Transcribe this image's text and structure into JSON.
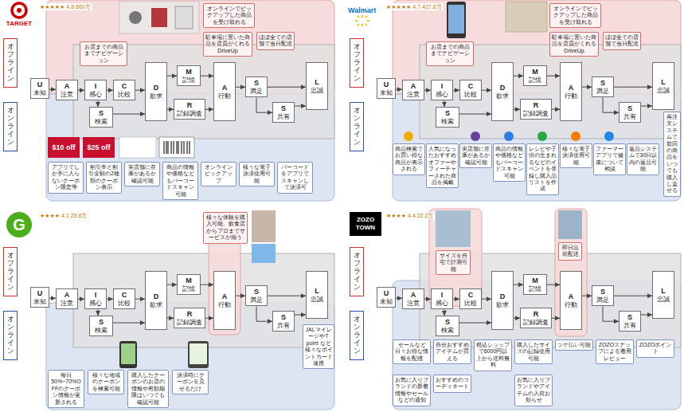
{
  "diagram": {
    "nodes": [
      {
        "text": [
          "オフライン"
        ]
      },
      {
        "text": [
          "オンライン"
        ]
      },
      {
        "text": [
          "U",
          "未知"
        ]
      },
      {
        "text": [
          "A",
          "注意"
        ]
      },
      {
        "text": [
          "I",
          "感心"
        ]
      },
      {
        "text": [
          "C",
          "比較"
        ]
      },
      {
        "text": [
          "S",
          "検索"
        ]
      },
      {
        "text": [
          "D",
          "欲求"
        ]
      },
      {
        "text": [
          "M",
          "記憶"
        ]
      },
      {
        "text": [
          "R",
          "記録調査"
        ]
      },
      {
        "text": [
          "A",
          "行動"
        ]
      },
      {
        "text": [
          "S",
          "満足"
        ]
      },
      {
        "text": [
          "S",
          "共有"
        ]
      },
      {
        "text": [
          "L",
          "忠誠"
        ]
      },
      {
        "text": [
          "お店までの商品までナビゲーション"
        ]
      },
      {
        "text": [
          "オンラインでピックアップした商品を受け取れる"
        ]
      },
      {
        "text": [
          "駐車場に置いた商品を店員がくれるDriveUp"
        ]
      },
      {
        "text": [
          "ほぼ全ての店舗で当日配送"
        ]
      },
      {
        "text": [
          "アプリでしか手に入らないクーポン限定等"
        ]
      },
      {
        "text": [
          "割引率と割引金額の2種類のクーポン表示"
        ]
      },
      {
        "text": [
          "実店舗に在庫があるか確認可能"
        ]
      },
      {
        "text": [
          "商品の情報や価格などもバーコードスキャン可能"
        ]
      },
      {
        "text": [
          "オンラインピックアップ"
        ]
      },
      {
        "text": [
          "様々な電子決済使用可能"
        ]
      },
      {
        "text": [
          "バーコードをアプリでスキャンして決済可"
        ]
      },
      {
        "text": [
          "オフライン"
        ]
      },
      {
        "text": [
          "オンライン"
        ]
      },
      {
        "text": [
          "U",
          "未知"
        ]
      },
      {
        "text": [
          "A",
          "注意"
        ]
      },
      {
        "text": [
          "I",
          "感心"
        ]
      },
      {
        "text": [
          "C",
          "比較"
        ]
      },
      {
        "text": [
          "S",
          "検索"
        ]
      },
      {
        "text": [
          "D",
          "欲求"
        ]
      },
      {
        "text": [
          "M",
          "記憶"
        ]
      },
      {
        "text": [
          "R",
          "記録調査"
        ]
      },
      {
        "text": [
          "A",
          "行動"
        ]
      },
      {
        "text": [
          "S",
          "満足"
        ]
      },
      {
        "text": [
          "S",
          "共有"
        ]
      },
      {
        "text": [
          "L",
          "忠誠"
        ]
      },
      {
        "text": [
          "お店までの商品までナビゲーション"
        ]
      },
      {
        "text": [
          "オンラインでピックアップした商品を受け取れる"
        ]
      },
      {
        "text": [
          "駐車場に置いた商品を店員がくれるDriveUp"
        ]
      },
      {
        "text": [
          "ほぼ全ての店舗で当日配送"
        ]
      },
      {
        "text": [
          "商品検索でお買い得な商品が表示される"
        ]
      },
      {
        "text": [
          "人気になったおすすめオファーやフィーチャーされた商品を掲載"
        ]
      },
      {
        "text": [
          "実店舗に在庫があるか確認可能"
        ]
      },
      {
        "text": [
          "商品の情報や価格などもバーコードスキャン可能"
        ]
      },
      {
        "text": [
          "レシピや子供の生まれるなどのイベントを登録し購入品リストを作成"
        ]
      },
      {
        "text": [
          "様々な電子決済使用可能"
        ]
      },
      {
        "text": [
          "ファーマーアプリで健康について相談"
        ]
      },
      {
        "text": [
          "返品システムで30日以内の返品可能"
        ]
      },
      {
        "text": [
          "再注文システムで前回の商品をいつでも購入し直せる"
        ]
      },
      {
        "text": [
          "オフライン"
        ]
      },
      {
        "text": [
          "オンライン"
        ]
      },
      {
        "text": [
          "U",
          "未知"
        ]
      },
      {
        "text": [
          "A",
          "注意"
        ]
      },
      {
        "text": [
          "I",
          "感心"
        ]
      },
      {
        "text": [
          "C",
          "比較"
        ]
      },
      {
        "text": [
          "S",
          "検索"
        ]
      },
      {
        "text": [
          "D",
          "欲求"
        ]
      },
      {
        "text": [
          "M",
          "記憶"
        ]
      },
      {
        "text": [
          "R",
          "記録調査"
        ]
      },
      {
        "text": [
          "A",
          "行動"
        ]
      },
      {
        "text": [
          "S",
          "満足"
        ]
      },
      {
        "text": [
          "S",
          "共有"
        ]
      },
      {
        "text": [
          "L",
          "忠誠"
        ]
      },
      {
        "text": [
          "様々な体験を購入可能。飲食店からプロまでサービスが揃う"
        ]
      },
      {
        "text": [
          "毎日50%~70%OFFのクーポン情報が更新される"
        ]
      },
      {
        "text": [
          "様々な地域のクーポンを検索可能"
        ]
      },
      {
        "text": [
          "購入したクーポンのお店の情報や有効期限はいつでも確認可能"
        ]
      },
      {
        "text": [
          "決済時にクーポンを見せるだけ"
        ]
      },
      {
        "text": [
          "JALマイレージやT point など様々なポイントカード連携"
        ]
      },
      {
        "text": [
          "オフライン"
        ]
      },
      {
        "text": [
          "オンライン"
        ]
      },
      {
        "text": [
          "U",
          "未知"
        ]
      },
      {
        "text": [
          "A",
          "注意"
        ]
      },
      {
        "text": [
          "I",
          "感心"
        ]
      },
      {
        "text": [
          "C",
          "比較"
        ]
      },
      {
        "text": [
          "S",
          "検索"
        ]
      },
      {
        "text": [
          "D",
          "欲求"
        ]
      },
      {
        "text": [
          "M",
          "記憶"
        ]
      },
      {
        "text": [
          "R",
          "記録調査"
        ]
      },
      {
        "text": [
          "A",
          "行動"
        ]
      },
      {
        "text": [
          "S",
          "満足"
        ]
      },
      {
        "text": [
          "S",
          "共有"
        ]
      },
      {
        "text": [
          "L",
          "忠誠"
        ]
      },
      {
        "text": [
          "サイズを自宅で計測可能"
        ]
      },
      {
        "text": [
          "即日出荷配送"
        ]
      },
      {
        "text": [
          "セールなど日々お得な情報を配信"
        ]
      },
      {
        "text": [
          "自分おすすめアイテムが買える"
        ]
      },
      {
        "text": [
          "税込ショップで6000円以上から送料無料"
        ]
      },
      {
        "text": [
          "購入したサイズの記録使用可能"
        ]
      },
      {
        "text": [
          "ツケ払い可能"
        ]
      },
      {
        "text": [
          "ZOZOスナップによる着用レビュー"
        ]
      },
      {
        "text": [
          "ZOZOポイント"
        ]
      },
      {
        "text": [
          "お気に入りブランドの新着情報やセールなどの通知"
        ]
      },
      {
        "text": [
          "おすすめのコーディネート"
        ]
      },
      {
        "text": [
          "お気に入りブランドやアイテムの入荷お知らせ"
        ]
      }
    ],
    "edges": [
      {
        "from": 2,
        "to": 3,
        "arrow": "to"
      },
      {
        "from": 3,
        "to": 4,
        "arrow": "to"
      },
      {
        "from": 4,
        "to": 5,
        "arrow": "to"
      },
      {
        "from": 5,
        "to": 7,
        "arrow": "to"
      },
      {
        "from": 4,
        "to": 6,
        "arrow": "to"
      },
      {
        "from": 6,
        "to": 7,
        "arrow": "to"
      },
      {
        "from": 7,
        "to": 8,
        "arrow": "to"
      },
      {
        "from": 7,
        "to": 9,
        "arrow": "to"
      },
      {
        "from": 8,
        "to": 10,
        "arrow": "to"
      },
      {
        "from": 9,
        "to": 10,
        "arrow": "to"
      },
      {
        "from": 10,
        "to": 11,
        "arrow": "to"
      },
      {
        "from": 11,
        "to": 13,
        "arrow": "to"
      },
      {
        "from": 11,
        "to": 12,
        "arrow": "to"
      },
      {
        "from": 12,
        "to": 13,
        "arrow": "to"
      },
      {
        "from": 27,
        "to": 28,
        "arrow": "to"
      },
      {
        "from": 28,
        "to": 29,
        "arrow": "to"
      },
      {
        "from": 29,
        "to": 30,
        "arrow": "to"
      },
      {
        "from": 30,
        "to": 32,
        "arrow": "to"
      },
      {
        "from": 29,
        "to": 31,
        "arrow": "to"
      },
      {
        "from": 31,
        "to": 32,
        "arrow": "to"
      },
      {
        "from": 32,
        "to": 33,
        "arrow": "to"
      },
      {
        "from": 32,
        "to": 34,
        "arrow": "to"
      },
      {
        "from": 33,
        "to": 35,
        "arrow": "to"
      },
      {
        "from": 34,
        "to": 35,
        "arrow": "to"
      },
      {
        "from": 35,
        "to": 36,
        "arrow": "to"
      },
      {
        "from": 36,
        "to": 38,
        "arrow": "to"
      },
      {
        "from": 36,
        "to": 37,
        "arrow": "to"
      },
      {
        "from": 37,
        "to": 38,
        "arrow": "to"
      },
      {
        "from": 54,
        "to": 55,
        "arrow": "to"
      },
      {
        "from": 55,
        "to": 56,
        "arrow": "to"
      },
      {
        "from": 56,
        "to": 57,
        "arrow": "to"
      },
      {
        "from": 57,
        "to": 59,
        "arrow": "to"
      },
      {
        "from": 56,
        "to": 58,
        "arrow": "to"
      },
      {
        "from": 58,
        "to": 59,
        "arrow": "to"
      },
      {
        "from": 59,
        "to": 60,
        "arrow": "to"
      },
      {
        "from": 59,
        "to": 61,
        "arrow": "to"
      },
      {
        "from": 60,
        "to": 62,
        "arrow": "to"
      },
      {
        "from": 61,
        "to": 62,
        "arrow": "to"
      },
      {
        "from": 62,
        "to": 63,
        "arrow": "to"
      },
      {
        "from": 63,
        "to": 65,
        "arrow": "to"
      },
      {
        "from": 63,
        "to": 64,
        "arrow": "to"
      },
      {
        "from": 64,
        "to": 65,
        "arrow": "to"
      },
      {
        "from": 74,
        "to": 75,
        "arrow": "to"
      },
      {
        "from": 75,
        "to": 76,
        "arrow": "to"
      },
      {
        "from": 76,
        "to": 77,
        "arrow": "to"
      },
      {
        "from": 77,
        "to": 79,
        "arrow": "to"
      },
      {
        "from": 76,
        "to": 78,
        "arrow": "to"
      },
      {
        "from": 78,
        "to": 79,
        "arrow": "to"
      },
      {
        "from": 79,
        "to": 80,
        "arrow": "to"
      },
      {
        "from": 79,
        "to": 81,
        "arrow": "to"
      },
      {
        "from": 80,
        "to": 82,
        "arrow": "to"
      },
      {
        "from": 81,
        "to": 82,
        "arrow": "to"
      },
      {
        "from": 82,
        "to": 83,
        "arrow": "to"
      },
      {
        "from": 83,
        "to": 85,
        "arrow": "to"
      },
      {
        "from": 83,
        "to": 84,
        "arrow": "to"
      },
      {
        "from": 84,
        "to": 85,
        "arrow": "to"
      }
    ],
    "labels": [
      "TARGET",
      "★★★★★ 4.8 860万",
      "$10 off",
      "$25 off",
      "Walmart",
      "★★★★★ 4.7 427.8万",
      "G",
      "★★★★ 4.1 23.8万",
      "ZOZO TOWN",
      "★★★★ 4.4 22.2万"
    ]
  }
}
